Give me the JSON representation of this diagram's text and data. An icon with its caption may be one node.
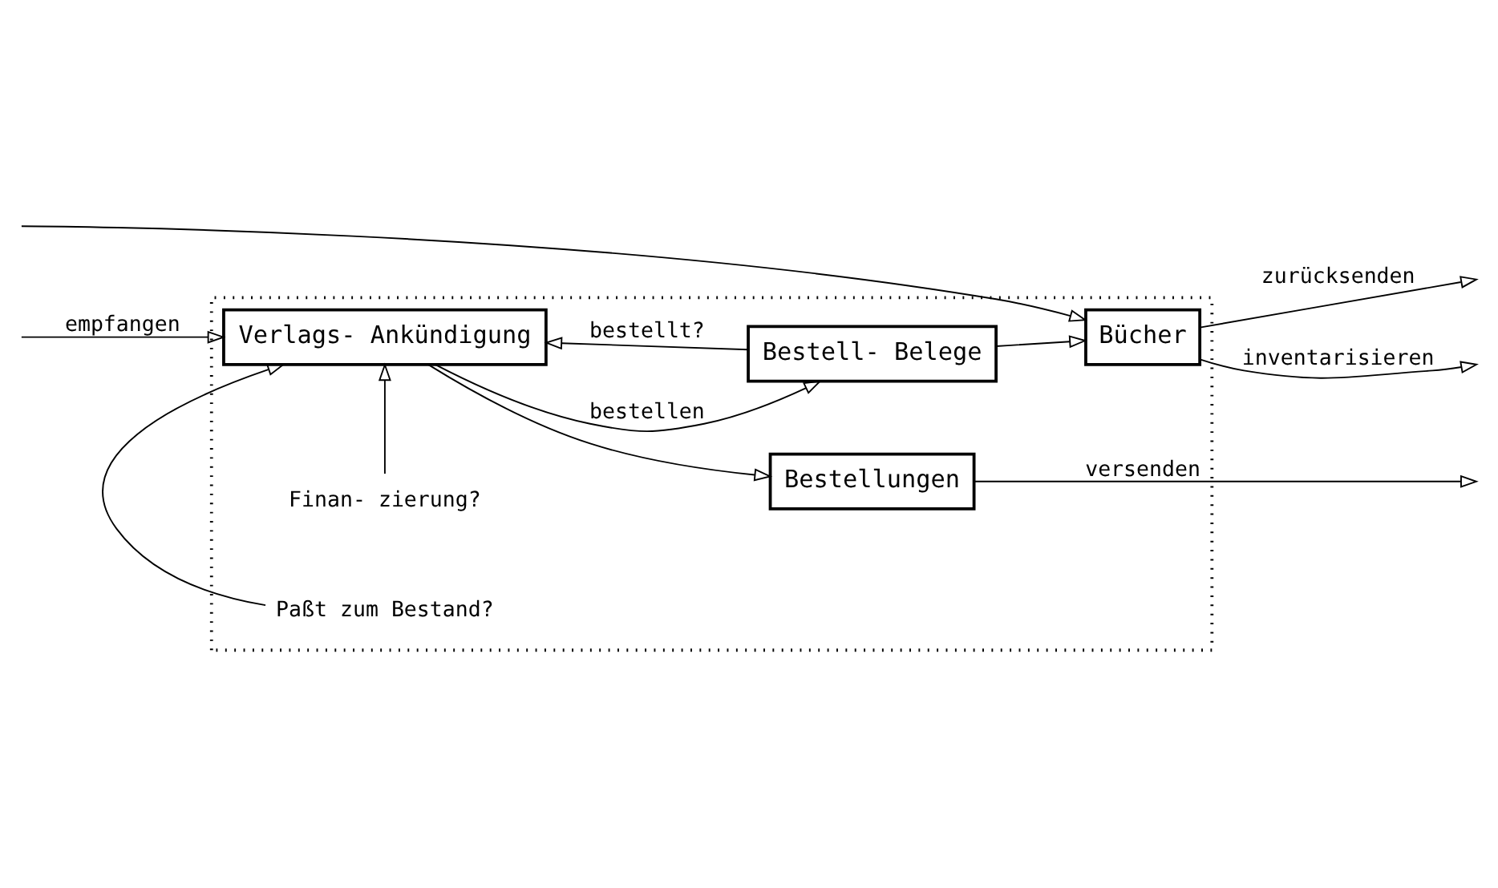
{
  "diagram": {
    "nodes": [
      {
        "text": [],
        "shape": "box"
      },
      {
        "text": [
          "Verlags- Ankündigung"
        ],
        "in": 0
      },
      {
        "text": [
          "Bestell- Belege"
        ],
        "in": 0
      },
      {
        "text": [
          "Bestellungen"
        ],
        "in": 0
      },
      {
        "text": [
          "Bücher"
        ],
        "in": 0
      },
      {
        "text": [
          "Finan- zierung?"
        ],
        "in": 0
      },
      {
        "text": [
          "Paßt zum Bestand?"
        ],
        "in": 0
      }
    ],
    "edges": [
      {
        "from": null,
        "to": 1,
        "arrow": "to",
        "label": "empfangen"
      },
      {
        "from": null,
        "to": 4,
        "arrow": "to"
      },
      {
        "from": 5,
        "to": 1,
        "arrow": "to"
      },
      {
        "from": 6,
        "to": 1,
        "arrow": "to"
      },
      {
        "from": 1,
        "to": 2,
        "arrow": "to",
        "label": "bestellen"
      },
      {
        "from": 1,
        "to": 3,
        "arrow": "to"
      },
      {
        "from": 2,
        "to": 1,
        "arrow": "to",
        "label": "bestellt?"
      },
      {
        "from": 2,
        "to": 4,
        "arrow": "to"
      },
      {
        "from": 3,
        "to": null,
        "arrow": "to",
        "label": "versenden"
      },
      {
        "from": 4,
        "to": null,
        "arrow": "to",
        "label": "zurücksenden"
      },
      {
        "from": 4,
        "to": null,
        "arrow": "to",
        "label": "inventarisieren"
      }
    ]
  }
}
